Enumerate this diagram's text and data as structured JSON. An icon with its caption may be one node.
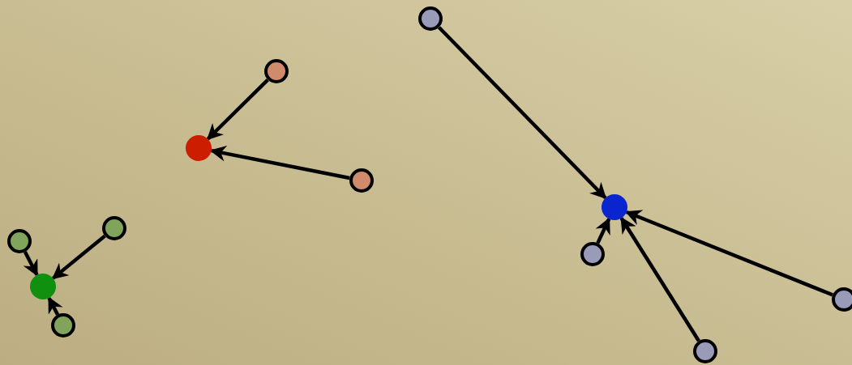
{
  "diagram": {
    "nodes": [
      {
        "text": [],
        "shape": "circle"
      },
      {
        "text": [],
        "shape": "circle"
      },
      {
        "text": [],
        "shape": "circle"
      },
      {
        "text": [],
        "shape": "circle"
      },
      {
        "text": [],
        "shape": "circle"
      },
      {
        "text": [],
        "shape": "circle"
      },
      {
        "text": [],
        "shape": "circle"
      },
      {
        "text": [],
        "shape": "circle"
      },
      {
        "text": [],
        "shape": "circle"
      },
      {
        "text": [],
        "shape": "circle"
      },
      {
        "text": [],
        "shape": "circle"
      },
      {
        "text": [],
        "shape": "circle"
      }
    ],
    "edges": [
      {
        "from": 0,
        "to": 1,
        "arrow": "to"
      },
      {
        "from": 3,
        "to": 1,
        "arrow": "to"
      },
      {
        "from": 2,
        "to": 1,
        "arrow": "to"
      },
      {
        "from": 5,
        "to": 4,
        "arrow": "to"
      },
      {
        "from": 6,
        "to": 4,
        "arrow": "to"
      },
      {
        "from": 7,
        "to": 9,
        "arrow": "to"
      },
      {
        "from": 8,
        "to": 9,
        "arrow": "to"
      },
      {
        "from": 10,
        "to": 9,
        "arrow": "to"
      },
      {
        "from": 11,
        "to": 9,
        "arrow": "to"
      }
    ]
  }
}
